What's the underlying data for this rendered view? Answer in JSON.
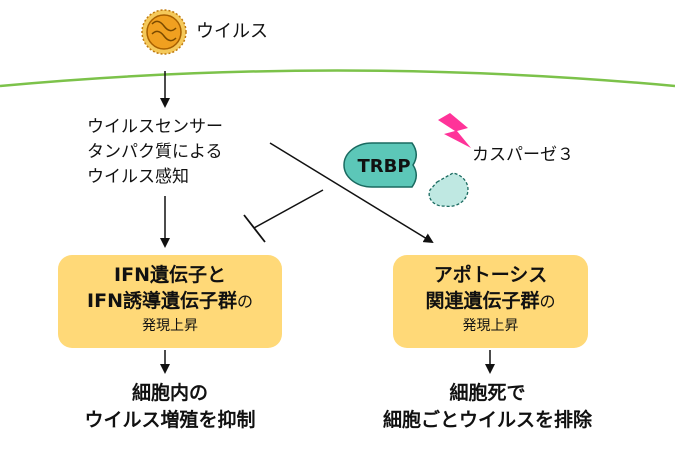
{
  "virus": {
    "label": "ウイルス"
  },
  "sensor": {
    "lines": [
      "ウイルスセンサー",
      "タンパク質による",
      "ウイルス感知"
    ]
  },
  "trbp": {
    "label": "TRBP"
  },
  "caspase": {
    "label": "カスパーゼ３"
  },
  "left_box": {
    "line1": "IFN遺伝子と",
    "line2_main": "IFN誘導遺伝子群",
    "line2_particle": "の",
    "line3": "発現上昇"
  },
  "right_box": {
    "line1": "アポトーシス",
    "line2_main": "関連遺伝子群",
    "line2_particle": "の",
    "line3": "発現上昇"
  },
  "left_result": {
    "lines": [
      "細胞内の",
      "ウイルス増殖を抑制"
    ]
  },
  "right_result": {
    "lines": [
      "細胞死で",
      "細胞ごとウイルスを排除"
    ]
  },
  "colors": {
    "membrane": "#7cc24a",
    "box_fill": "#ffd978",
    "trbp_fill": "#5cc7b8",
    "lightning": "#ff3399",
    "virus_fill": "#f0a020"
  }
}
